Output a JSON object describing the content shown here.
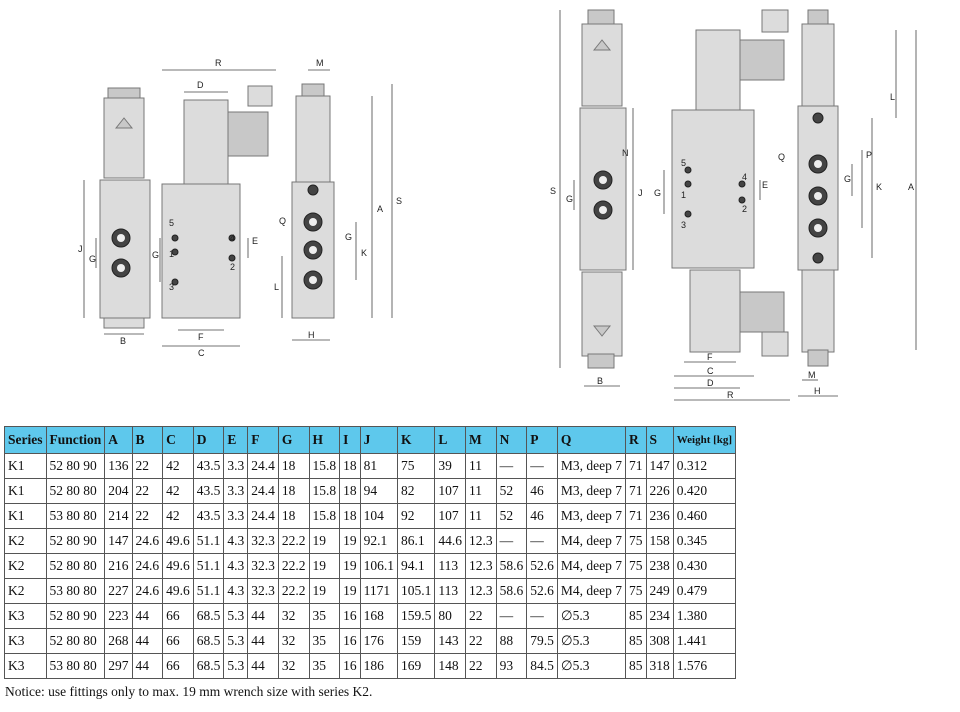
{
  "table": {
    "headers": [
      "Series",
      "Function",
      "A",
      "B",
      "C",
      "D",
      "E",
      "F",
      "G",
      "H",
      "I",
      "J",
      "K",
      "L",
      "M",
      "N",
      "P",
      "Q",
      "R",
      "S",
      "Weight [kg]"
    ],
    "rows": [
      [
        "K1",
        "52 80 90",
        "136",
        "22",
        "42",
        "43.5",
        "3.3",
        "24.4",
        "18",
        "15.8",
        "18",
        "81",
        "75",
        "39",
        "11",
        "—",
        "—",
        "M3, deep 7",
        "71",
        "147",
        "0.312"
      ],
      [
        "K1",
        "52 80 80",
        "204",
        "22",
        "42",
        "43.5",
        "3.3",
        "24.4",
        "18",
        "15.8",
        "18",
        "94",
        "82",
        "107",
        "11",
        "52",
        "46",
        "M3, deep 7",
        "71",
        "226",
        "0.420"
      ],
      [
        "K1",
        "53 80 80",
        "214",
        "22",
        "42",
        "43.5",
        "3.3",
        "24.4",
        "18",
        "15.8",
        "18",
        "104",
        "92",
        "107",
        "11",
        "52",
        "46",
        "M3, deep 7",
        "71",
        "236",
        "0.460"
      ],
      [
        "K2",
        "52 80 90",
        "147",
        "24.6",
        "49.6",
        "51.1",
        "4.3",
        "32.3",
        "22.2",
        "19",
        "19",
        "92.1",
        "86.1",
        "44.6",
        "12.3",
        "—",
        "—",
        "M4, deep 7",
        "75",
        "158",
        "0.345"
      ],
      [
        "K2",
        "52 80 80",
        "216",
        "24.6",
        "49.6",
        "51.1",
        "4.3",
        "32.3",
        "22.2",
        "19",
        "19",
        "106.1",
        "94.1",
        "113",
        "12.3",
        "58.6",
        "52.6",
        "M4, deep 7",
        "75",
        "238",
        "0.430"
      ],
      [
        "K2",
        "53 80 80",
        "227",
        "24.6",
        "49.6",
        "51.1",
        "4.3",
        "32.3",
        "22.2",
        "19",
        "19",
        "1171",
        "105.1",
        "113",
        "12.3",
        "58.6",
        "52.6",
        "M4, deep 7",
        "75",
        "249",
        "0.479"
      ],
      [
        "K3",
        "52 80 90",
        "223",
        "44",
        "66",
        "68.5",
        "5.3",
        "44",
        "32",
        "35",
        "16",
        "168",
        "159.5",
        "80",
        "22",
        "—",
        "—",
        "∅5.3",
        "85",
        "234",
        "1.380"
      ],
      [
        "K3",
        "52 80 80",
        "268",
        "44",
        "66",
        "68.5",
        "5.3",
        "44",
        "32",
        "35",
        "16",
        "176",
        "159",
        "143",
        "22",
        "88",
        "79.5",
        "∅5.3",
        "85",
        "308",
        "1.441"
      ],
      [
        "K3",
        "53 80 80",
        "297",
        "44",
        "66",
        "68.5",
        "5.3",
        "44",
        "32",
        "35",
        "16",
        "186",
        "169",
        "148",
        "22",
        "93",
        "84.5",
        "∅5.3",
        "85",
        "318",
        "1.576"
      ]
    ]
  },
  "notice": "Notice: use fittings only to max. 19 mm wrench size with series K2.",
  "drawing_labels": {
    "R": "R",
    "D": "D",
    "M": "M",
    "A": "A",
    "S": "S",
    "J": "J",
    "G": "G",
    "B": "B",
    "F": "F",
    "C": "C",
    "E": "E",
    "Q": "Q",
    "K": "K",
    "L": "L",
    "H": "H",
    "N": "N",
    "P": "P",
    "p1": "1",
    "p2": "2",
    "p3": "3",
    "p4": "4",
    "p5": "5"
  },
  "colors": {
    "header_bg": "#5ec8ec",
    "border": "#555555",
    "body": "#dcdcdc"
  }
}
